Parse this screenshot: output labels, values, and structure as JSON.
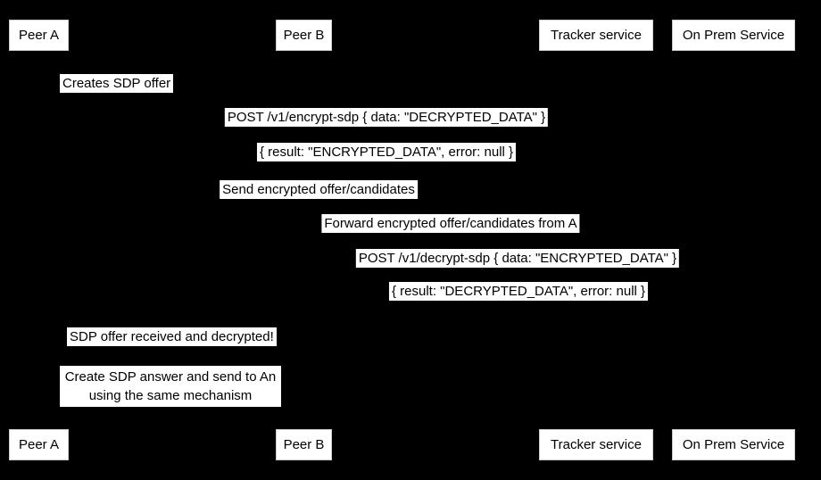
{
  "diagram": {
    "type": "sequence-diagram",
    "background_color": "#000000",
    "box_color": "#ffffff",
    "text_color": "#000000"
  },
  "participants": [
    {
      "label": "Peer A"
    },
    {
      "label": "Peer B"
    },
    {
      "label": "Tracker service"
    },
    {
      "label": "On Prem Service"
    }
  ],
  "notes": [
    {
      "text": "Creates SDP offer",
      "over": "Peer A"
    },
    {
      "text": "SDP offer received and decrypted!",
      "over": "Peer A"
    },
    {
      "text": "Create SDP answer and send to An using the same mechanism",
      "line1": "Create SDP answer and send to An",
      "line2": "using the same mechanism",
      "over": "Peer A"
    }
  ],
  "messages": [
    {
      "text": "POST /v1/encrypt-sdp { data: \"DECRYPTED_DATA\" }",
      "from": "Peer A",
      "to": "On Prem Service"
    },
    {
      "text": "{ result: \"ENCRYPTED_DATA\", error: null }",
      "from": "On Prem Service",
      "to": "Peer A"
    },
    {
      "text": "Send encrypted offer/candidates",
      "from": "Peer A",
      "to": "Tracker service"
    },
    {
      "text": "Forward encrypted offer/candidates from A",
      "from": "Tracker service",
      "to": "Peer B"
    },
    {
      "text": "POST /v1/decrypt-sdp { data: \"ENCRYPTED_DATA\" }",
      "from": "Peer B",
      "to": "On Prem Service"
    },
    {
      "text": "{ result: \"DECRYPTED_DATA\", error: null }",
      "from": "On Prem Service",
      "to": "Peer B"
    }
  ]
}
